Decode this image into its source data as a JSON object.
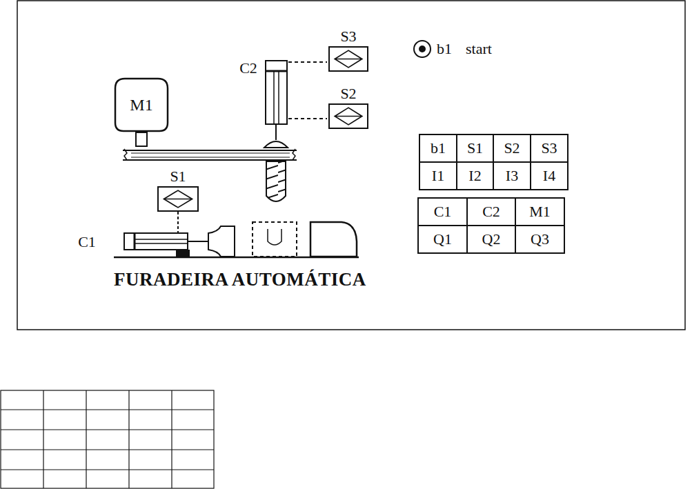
{
  "diagram": {
    "title": "FURADEIRA AUTOMÁTICA",
    "nodes": [
      {
        "text": [
          "S3"
        ]
      },
      {
        "text": [
          "M1"
        ]
      },
      {
        "text": [
          "S2"
        ]
      },
      {
        "text": [
          "S1"
        ]
      }
    ],
    "labels": [
      "C2",
      "b1",
      "start",
      "C1",
      "b1",
      "S1",
      "S2",
      "S3",
      "I1",
      "I2",
      "I3",
      "I4",
      "C1",
      "C2",
      "M1",
      "Q1",
      "Q2",
      "Q3"
    ]
  }
}
